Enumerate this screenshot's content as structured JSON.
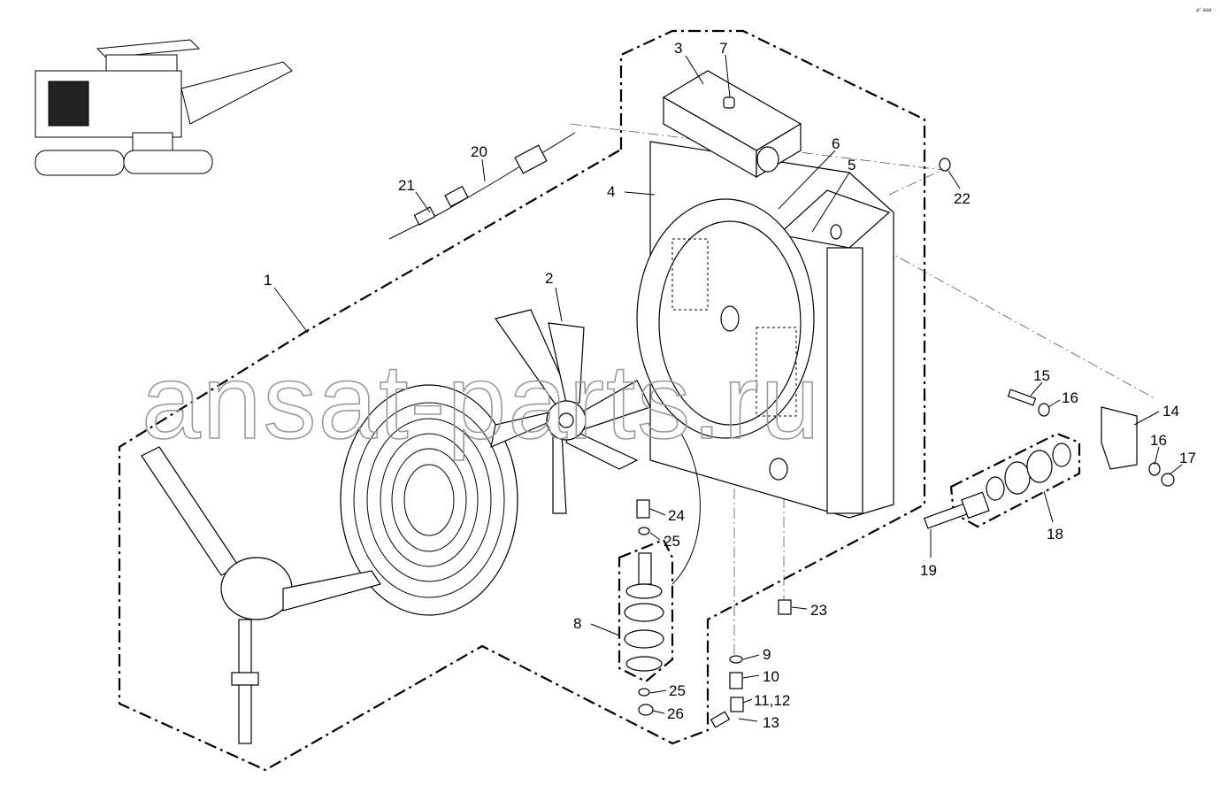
{
  "watermark": "ansat-parts.ru",
  "corner_code": "a° aaa",
  "callouts": [
    {
      "id": "c1",
      "text": "1"
    },
    {
      "id": "c2",
      "text": "2"
    },
    {
      "id": "c3",
      "text": "3"
    },
    {
      "id": "c4",
      "text": "4"
    },
    {
      "id": "c5",
      "text": "5"
    },
    {
      "id": "c6",
      "text": "6"
    },
    {
      "id": "c7",
      "text": "7"
    },
    {
      "id": "c8",
      "text": "8"
    },
    {
      "id": "c9",
      "text": "9"
    },
    {
      "id": "c10",
      "text": "10"
    },
    {
      "id": "c11",
      "text": "11,12"
    },
    {
      "id": "c13",
      "text": "13"
    },
    {
      "id": "c14",
      "text": "14"
    },
    {
      "id": "c15",
      "text": "15"
    },
    {
      "id": "c16a",
      "text": "16"
    },
    {
      "id": "c16b",
      "text": "16"
    },
    {
      "id": "c17",
      "text": "17"
    },
    {
      "id": "c18",
      "text": "18"
    },
    {
      "id": "c19",
      "text": "19"
    },
    {
      "id": "c20",
      "text": "20"
    },
    {
      "id": "c21",
      "text": "21"
    },
    {
      "id": "c22",
      "text": "22"
    },
    {
      "id": "c23",
      "text": "23"
    },
    {
      "id": "c24",
      "text": "24"
    },
    {
      "id": "c25a",
      "text": "25"
    },
    {
      "id": "c25b",
      "text": "25"
    },
    {
      "id": "c26",
      "text": "26"
    }
  ]
}
